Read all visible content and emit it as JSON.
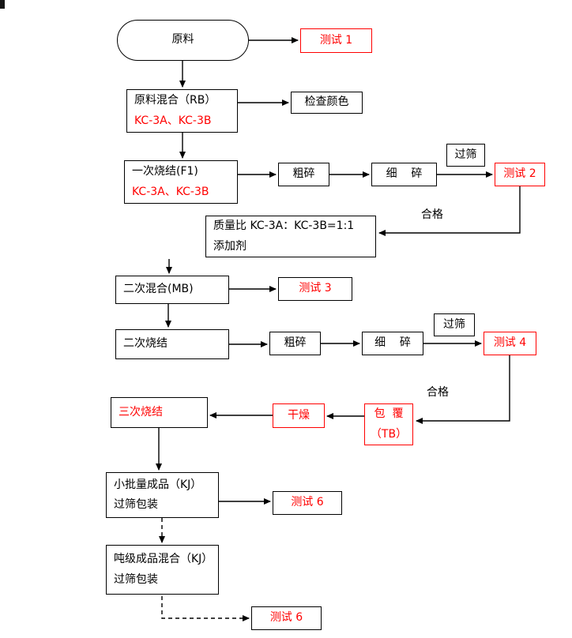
{
  "colors": {
    "accent_red": "#ff0000",
    "line_black": "#000000",
    "background": "#ffffff"
  },
  "labels": {
    "qualified_1": "合格",
    "qualified_2": "合格"
  },
  "nodes": {
    "raw_material": {
      "label": "原料"
    },
    "test_1": {
      "label": "测试 1"
    },
    "raw_mix": {
      "line1": "原料混合（RB）",
      "line2": "KC-3A、KC-3B"
    },
    "check_color": {
      "label": "检查颜色"
    },
    "first_sinter": {
      "line1": "一次烧结(F1)",
      "line2": "KC-3A、KC-3B"
    },
    "coarse_crush_1": {
      "label": "粗碎"
    },
    "fine_crush_1": {
      "label": "细    碎"
    },
    "sieve_1": {
      "label": "过筛"
    },
    "test_2": {
      "label": "测试 2"
    },
    "mass_ratio": {
      "line1": "质量比 KC-3A：KC-3B=1:1",
      "line2": "添加剂"
    },
    "second_mix": {
      "label": "二次混合(MB)"
    },
    "test_3": {
      "label": "测试 3"
    },
    "second_sinter": {
      "label": "二次烧结"
    },
    "coarse_crush_2": {
      "label": "粗碎"
    },
    "fine_crush_2": {
      "label": "细    碎"
    },
    "sieve_2": {
      "label": "过筛"
    },
    "test_4": {
      "label": "测试 4"
    },
    "coating": {
      "line1": "包  覆",
      "line2": "（TB）"
    },
    "drying": {
      "label": "干燥"
    },
    "third_sinter": {
      "label": "三次烧结"
    },
    "small_batch": {
      "line1": "小批量成品（KJ）",
      "line2": "过筛包装"
    },
    "test_5": {
      "label": "测试 6"
    },
    "ton_batch": {
      "line1": "吨级成品混合（KJ）",
      "line2": "过筛包装"
    },
    "test_6": {
      "label": "测试 6"
    }
  }
}
